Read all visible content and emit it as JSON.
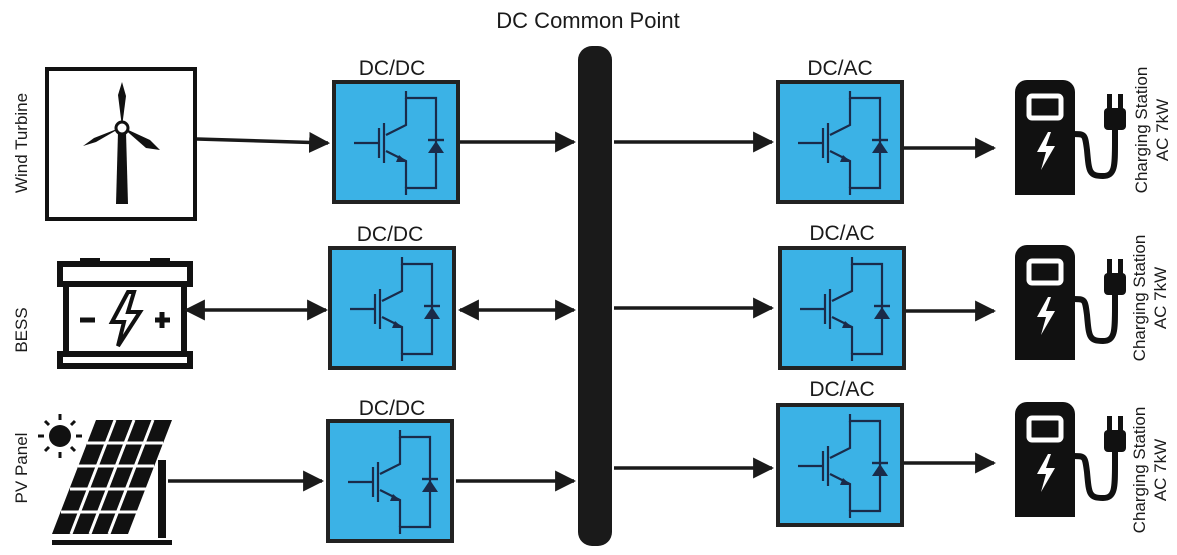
{
  "title": "DC Common Point",
  "sources": [
    {
      "label": "Wind Turbine",
      "icon": "wind-turbine-icon",
      "converter": "DC/DC",
      "flow": "unidirectional"
    },
    {
      "label": "BESS",
      "icon": "battery-icon",
      "converter": "DC/DC",
      "flow": "bidirectional"
    },
    {
      "label": "PV Panel",
      "icon": "solar-panel-icon",
      "converter": "DC/DC",
      "flow": "unidirectional"
    }
  ],
  "loads": [
    {
      "line1": "Charging Station",
      "line2": "AC 7kW",
      "icon": "ev-charger-icon",
      "converter": "DC/AC"
    },
    {
      "line1": "Charging Station",
      "line2": "AC 7kW",
      "icon": "ev-charger-icon",
      "converter": "DC/AC"
    },
    {
      "line1": "Charging Station",
      "line2": "AC 7kW",
      "icon": "ev-charger-icon",
      "converter": "DC/AC"
    }
  ],
  "colors": {
    "converter_fill": "#3bb2e6",
    "converter_border": "#222222",
    "circuit": "#1a2b4a",
    "line": "#1a1a1a",
    "bus": "#1a1a1a"
  }
}
